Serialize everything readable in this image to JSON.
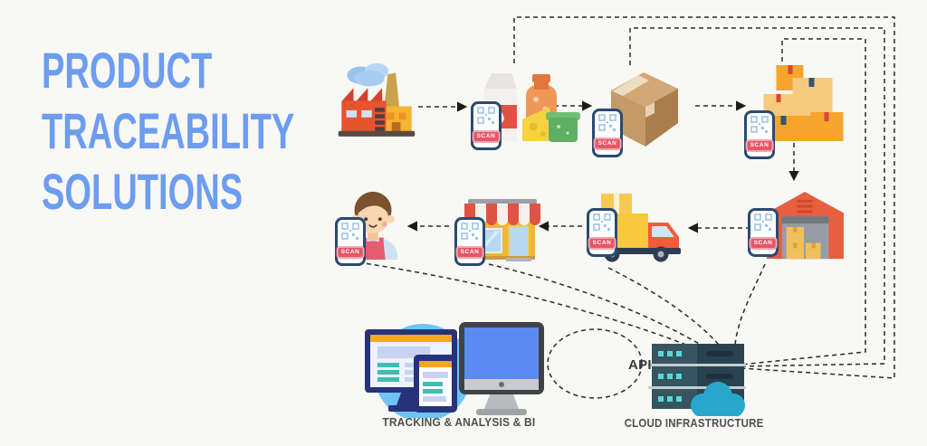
{
  "title": {
    "lines": [
      "PRODUCT",
      "TRACEABILITY",
      "SOLUTIONS"
    ],
    "color": "#6d9df0"
  },
  "scan": {
    "label": "SCAN"
  },
  "bottom": {
    "tracking_label": "TRACKING & ANALYSIS & BI",
    "api_label": "API",
    "cloud_label": "CLOUD INFRASTRUCTURE"
  },
  "flow": {
    "top_row": [
      {
        "id": "factory",
        "icon": "factory-icon",
        "scan": false
      },
      {
        "id": "products",
        "icon": "groceries-icon",
        "scan": true
      },
      {
        "id": "package",
        "icon": "package-box-icon",
        "scan": true
      },
      {
        "id": "shipment",
        "icon": "stacked-boxes-icon",
        "scan": true
      }
    ],
    "bottom_row": [
      {
        "id": "consumer",
        "icon": "consumer-icon",
        "scan": true
      },
      {
        "id": "store",
        "icon": "storefront-icon",
        "scan": true
      },
      {
        "id": "truck",
        "icon": "delivery-truck-icon",
        "scan": true
      },
      {
        "id": "warehouse",
        "icon": "warehouse-icon",
        "scan": true
      }
    ],
    "edges": [
      {
        "from": "factory",
        "to": "products",
        "style": "dashed-arrow"
      },
      {
        "from": "products",
        "to": "package",
        "style": "dashed-arrow"
      },
      {
        "from": "package",
        "to": "shipment",
        "style": "dashed-arrow"
      },
      {
        "from": "shipment",
        "to": "warehouse",
        "style": "dashed-arrow"
      },
      {
        "from": "warehouse",
        "to": "truck",
        "style": "dashed-arrow"
      },
      {
        "from": "truck",
        "to": "store",
        "style": "dashed-arrow"
      },
      {
        "from": "store",
        "to": "consumer",
        "style": "dashed-arrow"
      }
    ],
    "scan_links_to_cloud": [
      "products",
      "package",
      "shipment",
      "warehouse",
      "truck",
      "store",
      "consumer"
    ],
    "api_link": {
      "from": "cloud-infrastructure",
      "to": "tracking-analysis-bi",
      "label": "API"
    }
  },
  "colors": {
    "background": "#f8f8f5",
    "dashed_line": "#2a2a2a",
    "title_blue": "#6d9df0",
    "scan_badge_red": "#e85568",
    "phone_frame_navy": "#2b4a70",
    "server_teal": "#36555f",
    "cloud_cyan": "#28a7cc",
    "caption_gray": "#4f4f4f",
    "accent_orange": "#f5a623"
  }
}
